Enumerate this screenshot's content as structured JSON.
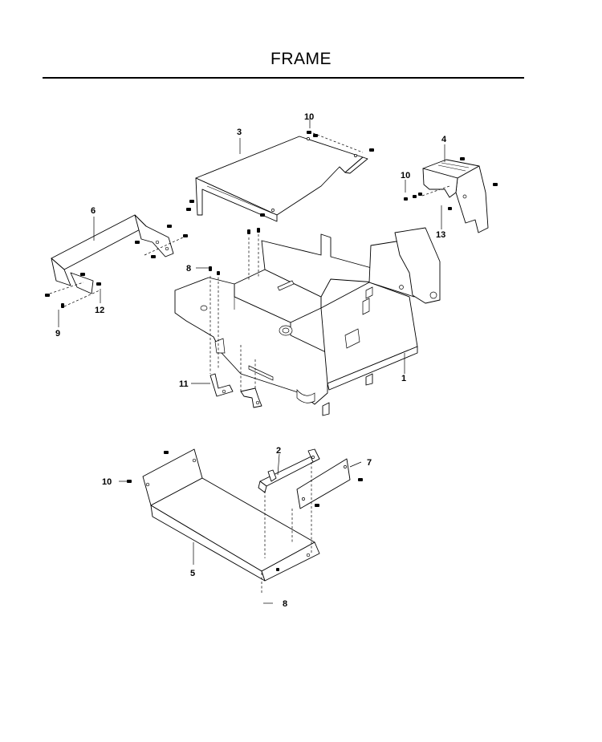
{
  "page": {
    "title": "FRAME"
  },
  "callouts": [
    {
      "id": "c1",
      "label": "1"
    },
    {
      "id": "c2",
      "label": "2"
    },
    {
      "id": "c3",
      "label": "3"
    },
    {
      "id": "c4",
      "label": "4"
    },
    {
      "id": "c5",
      "label": "5"
    },
    {
      "id": "c6",
      "label": "6"
    },
    {
      "id": "c7",
      "label": "7"
    },
    {
      "id": "c8a",
      "label": "8"
    },
    {
      "id": "c8b",
      "label": "8"
    },
    {
      "id": "c9",
      "label": "9"
    },
    {
      "id": "c10a",
      "label": "10"
    },
    {
      "id": "c10b",
      "label": "10"
    },
    {
      "id": "c10c",
      "label": "10"
    },
    {
      "id": "c11",
      "label": "11"
    },
    {
      "id": "c12",
      "label": "12"
    },
    {
      "id": "c13",
      "label": "13"
    }
  ]
}
